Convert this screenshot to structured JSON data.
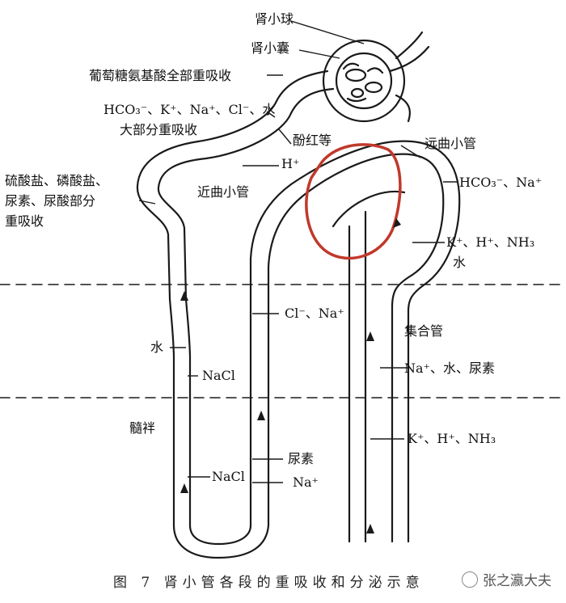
{
  "labels": {
    "glomerulus": "肾小球",
    "capsule": "肾小囊",
    "glucose_aa": "葡萄糖氨基酸全部重吸收",
    "ions_line1": "HCO₃⁻、K⁺、Na⁺、Cl⁻、水",
    "ions_line2": "大部分重吸收",
    "phenol_red": "酚红等",
    "h_ion": "H⁺",
    "proximal": "近曲小管",
    "distal": "远曲小管",
    "sulfate_line1": "硫酸盐、磷酸盐、",
    "sulfate_line2": "尿素、尿酸部分",
    "sulfate_line3": "重吸收",
    "hco3_na": "HCO₃⁻、Na⁺",
    "k_h_nh3": "K⁺、H⁺、NH₃",
    "water_distal": "水",
    "cl_na": "Cl⁻、Na⁺",
    "collecting_duct": "集合管",
    "na_water_urea": "Na⁺、水、尿素",
    "water_loop": "水",
    "nacl_upper": "NaCl",
    "medulla": "髓袢",
    "k_h_nh3_lower": "K⁺、H⁺、NH₃",
    "urea_loop": "尿素",
    "nacl_lower": "NaCl",
    "na_loop": "Na⁺"
  },
  "caption": "图 7  肾小管各段的重吸收和分泌示意",
  "watermark": "张之瀛大夫",
  "colors": {
    "ink": "#1a1a1a",
    "highlight": "#c0392b"
  }
}
